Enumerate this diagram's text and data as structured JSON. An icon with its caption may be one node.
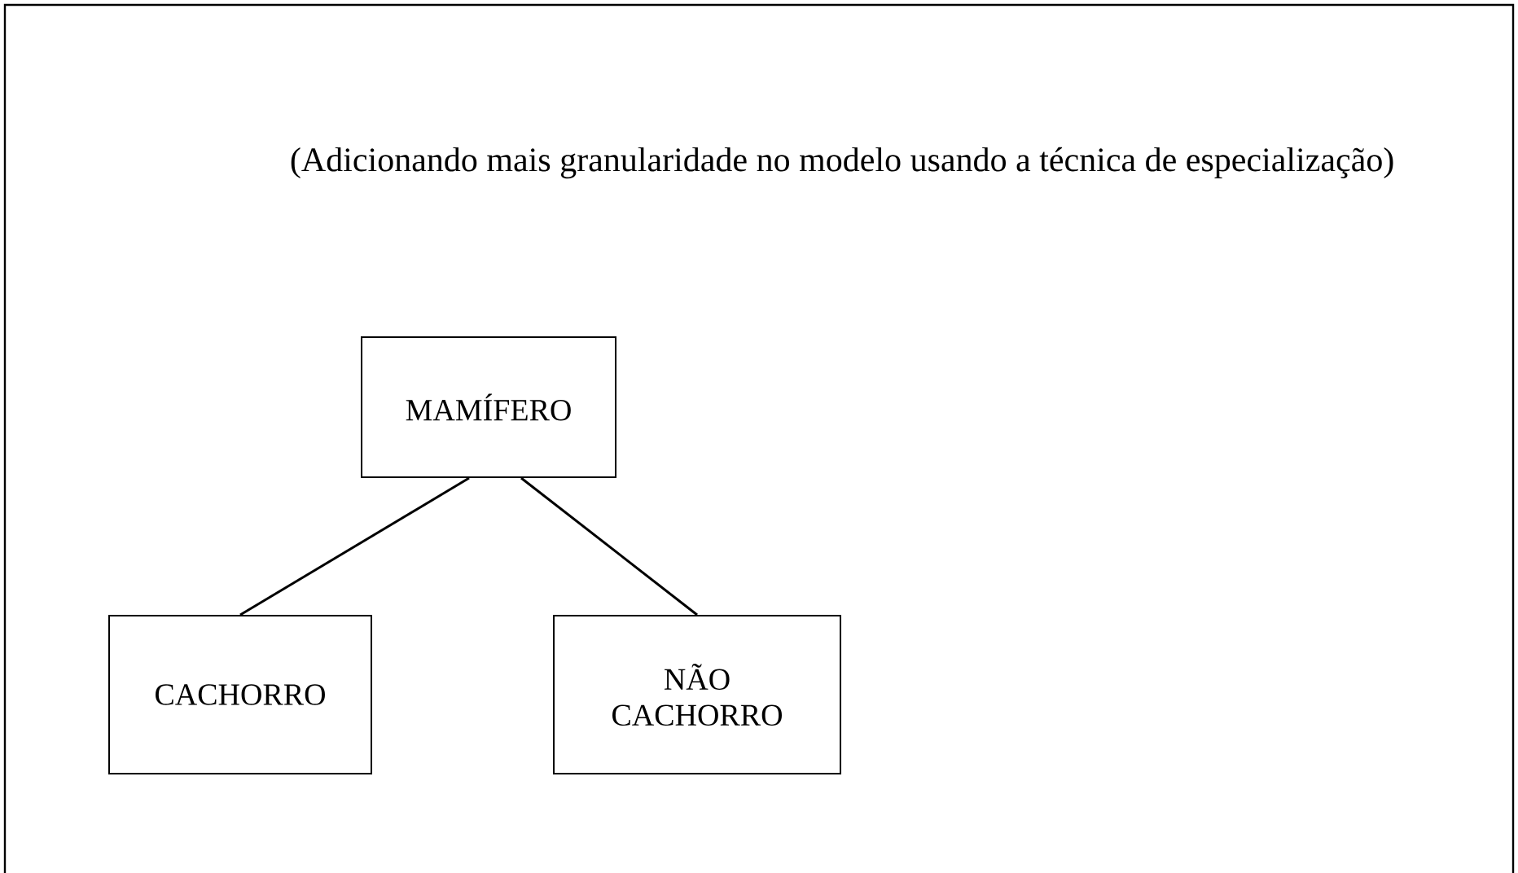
{
  "diagram": {
    "title": "(Adicionando mais granularidade no modelo usando a técnica de especialização)",
    "nodes": [
      {
        "text": [
          "MAMÍFERO"
        ]
      },
      {
        "text": [
          "CACHORRO"
        ]
      },
      {
        "text": [
          "NÃO CACHORRO"
        ]
      }
    ],
    "edges": [
      {
        "from": 0,
        "to": 1,
        "arrow": "none"
      },
      {
        "from": 0,
        "to": 2,
        "arrow": "none"
      }
    ]
  }
}
